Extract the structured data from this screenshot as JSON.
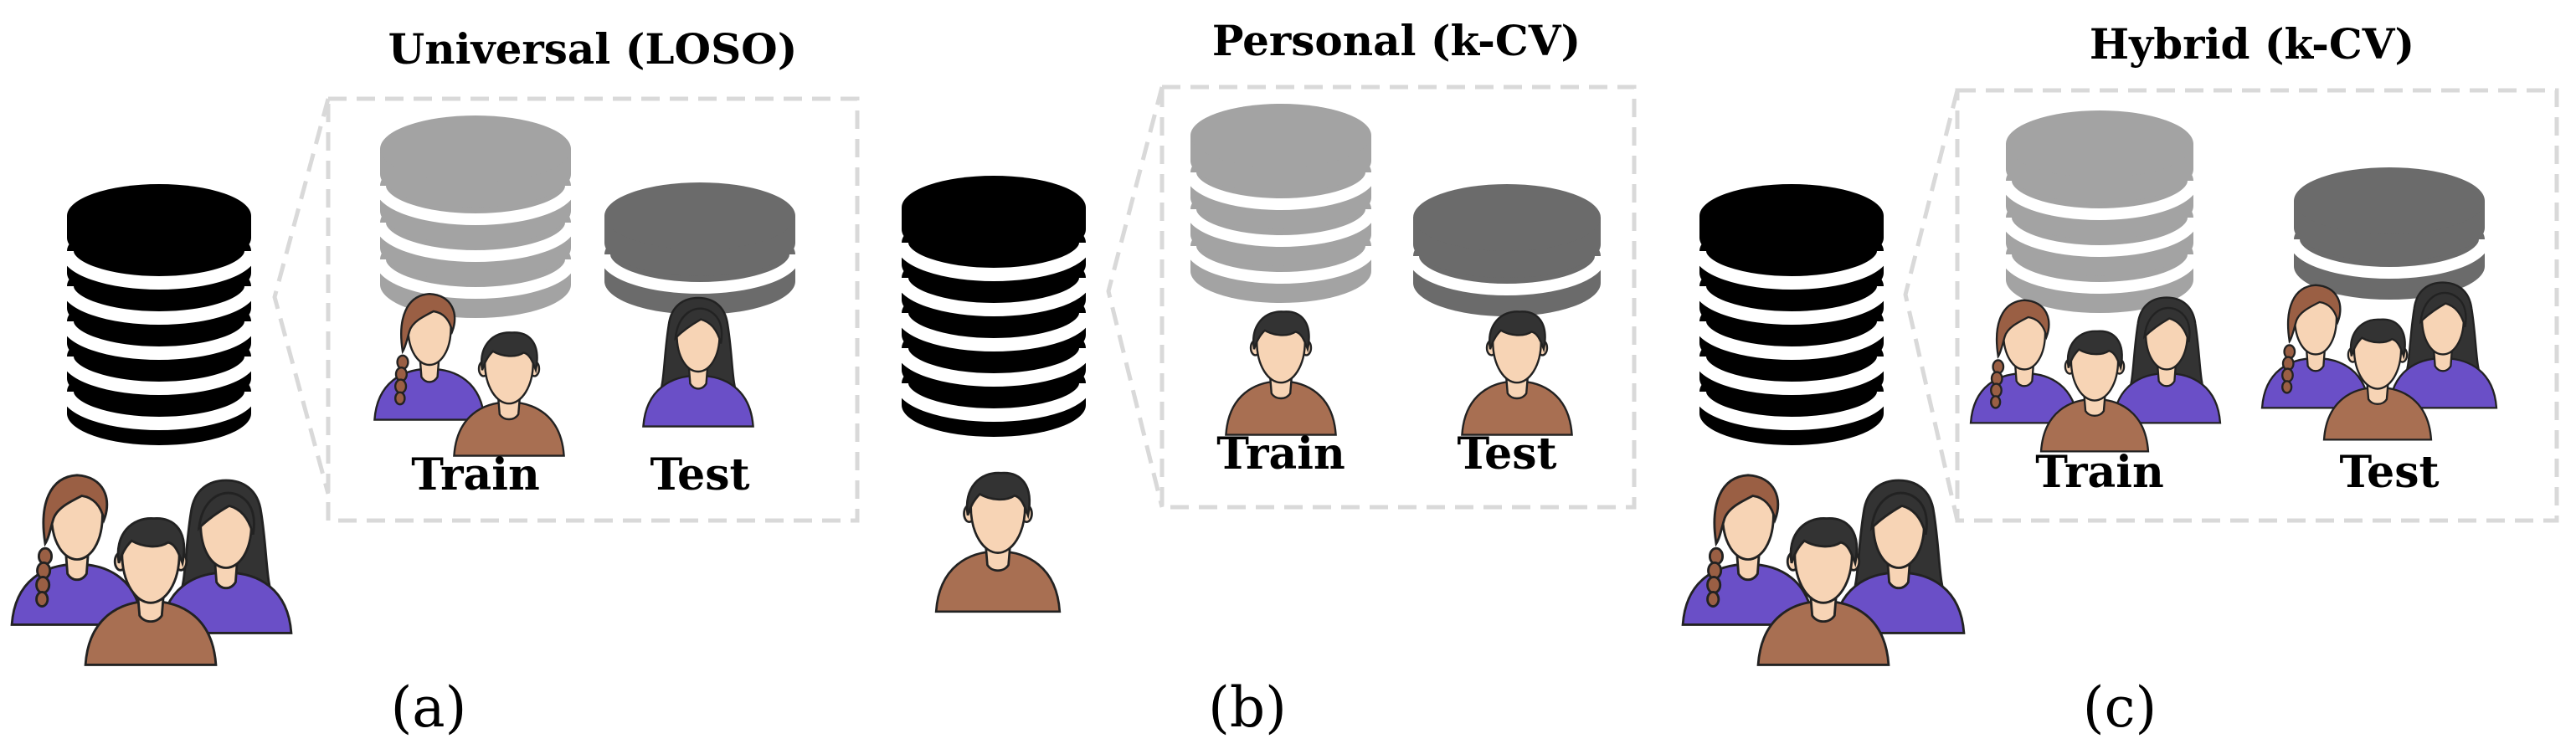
{
  "panels": [
    {
      "id": "a",
      "title": "Universal (LOSO)",
      "train_label": "Train",
      "test_label": "Test",
      "caption": "(a)"
    },
    {
      "id": "b",
      "title": "Personal (k-CV)",
      "train_label": "Train",
      "test_label": "Test",
      "caption": "(b)"
    },
    {
      "id": "c",
      "title": "Hybrid (k-CV)",
      "train_label": "Train",
      "test_label": "Test",
      "caption": "(c)"
    }
  ],
  "colors": {
    "dataset_full": "#000000",
    "dataset_train": "#a3a3a3",
    "dataset_test": "#6b6b6b",
    "dashed_box": "#d9d9d9",
    "shirt_purple": "#6a4fc7",
    "shirt_brown": "#a86f52",
    "skin": "#f7d4b5",
    "hair_dark": "#333333",
    "hair_brown": "#9a5f44"
  },
  "icons": [
    "database-icon",
    "person-icon"
  ]
}
